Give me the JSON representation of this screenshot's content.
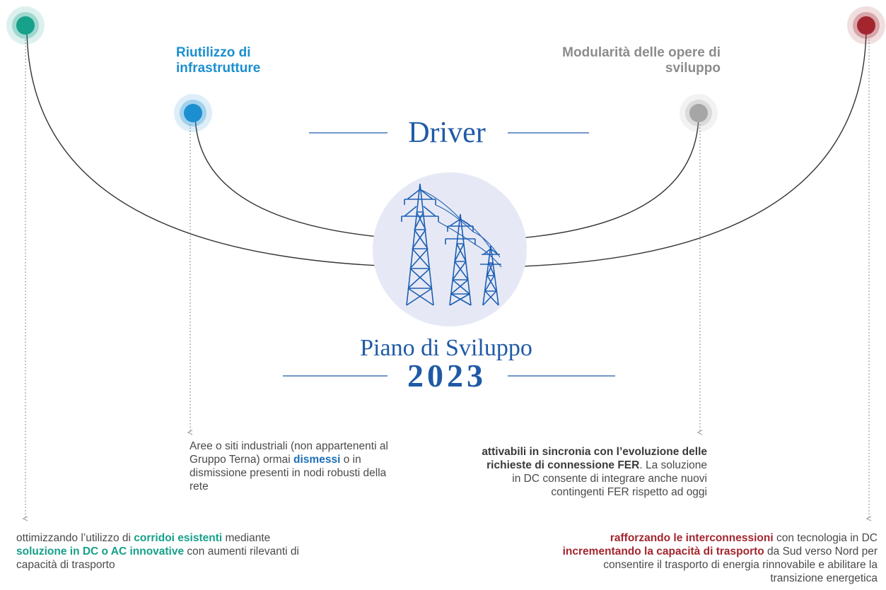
{
  "drivers": {
    "infrastructure_reuse": "Riutilizzo di infrastrutture",
    "modularity": "Modularità delle opere di sviluppo"
  },
  "titles": {
    "driver": "Driver",
    "plan": "Piano di Sviluppo",
    "year": "2023"
  },
  "descriptions": {
    "reuse_sites": {
      "before": "Aree o siti industriali (non appartenenti al Gruppo Terna) ormai ",
      "highlight": "dismessi",
      "after": " o in dismissione presenti in nodi robusti della rete"
    },
    "modularity": {
      "highlight": "attivabili in sincronia con l’evoluzione delle richieste di connessione FER",
      "after": ". La soluzione in DC consente di integrare anche nuovi contingenti FER rispetto ad oggi"
    },
    "corridors": {
      "part1": "ottimizzando l’utilizzo di ",
      "highlight1": "corridoi esistenti",
      "part2": " mediante ",
      "highlight2": "soluzione in DC o AC innovative",
      "part3": " con aumenti rilevanti di capacità di trasporto"
    },
    "interconnections": {
      "highlight1": "rafforzando le interconnessioni",
      "part1": " con tecnologia in DC ",
      "highlight2": "incrementando la capacità di trasporto",
      "part2": " da Sud verso Nord per consentire il trasporto di energia rinnovabile e abilitare la transizione energetica"
    }
  },
  "colors": {
    "green": "#17a08a",
    "blue": "#1b8fd0",
    "grey": "#a6a6a6",
    "red": "#a3262f",
    "title": "#1f5aa6"
  },
  "icons": {
    "center": "power-pylons-icon"
  }
}
